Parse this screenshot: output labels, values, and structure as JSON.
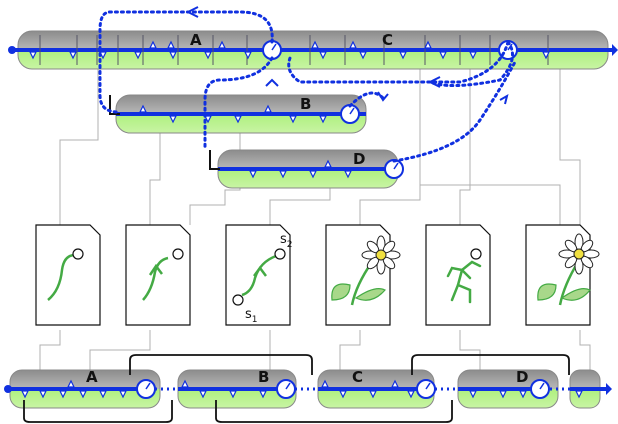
{
  "labels": {
    "a": "A",
    "b": "B",
    "c": "C",
    "d": "D",
    "s": "s",
    "sub1": "1",
    "sub2": "2"
  },
  "colors": {
    "track_top": "#a8a8a8",
    "track_bottom": "#b8f08c",
    "timeline": "#1030e0",
    "jump": "#1030e0",
    "connector": "#aaaaaa",
    "stroke_green": "#44aa44",
    "leaf": "#a8d88a",
    "petal": "#ffffff",
    "flower_center": "#f0e040"
  },
  "documents": [
    {
      "icon": "curve-stroke-icon"
    },
    {
      "icon": "arrow-stroke-icon"
    },
    {
      "icon": "s-curve-stroke-icon"
    },
    {
      "icon": "flower-icon"
    },
    {
      "icon": "running-figure-icon"
    },
    {
      "icon": "flower-icon"
    }
  ]
}
